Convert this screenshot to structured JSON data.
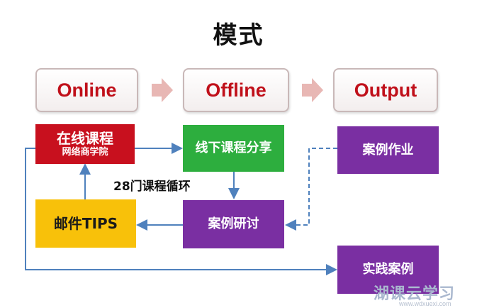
{
  "title": "模式",
  "stages": {
    "online": "Online",
    "offline": "Offline",
    "output": "Output"
  },
  "boxes": {
    "online_course": {
      "main": "在线课程",
      "sub": "网络商学院"
    },
    "offline_share": {
      "main": "线下课程分享"
    },
    "case_homework": {
      "main": "案例作业"
    },
    "email_tips": {
      "main": "邮件TIPS"
    },
    "case_discussion": {
      "main": "案例研讨"
    },
    "practice_case": {
      "main": "实践案例"
    }
  },
  "loop_label": "28门课程循环",
  "colors": {
    "stage_text": "#c0101a",
    "red": "#c8101e",
    "green": "#2dae3e",
    "yellow": "#f8c10a",
    "purple": "#7a2fa2",
    "arrow": "#4f81bd",
    "chevron": "#e8b7b4"
  },
  "watermark": {
    "logo": "湖课云学习",
    "url": "www.wdxuexi.com"
  }
}
